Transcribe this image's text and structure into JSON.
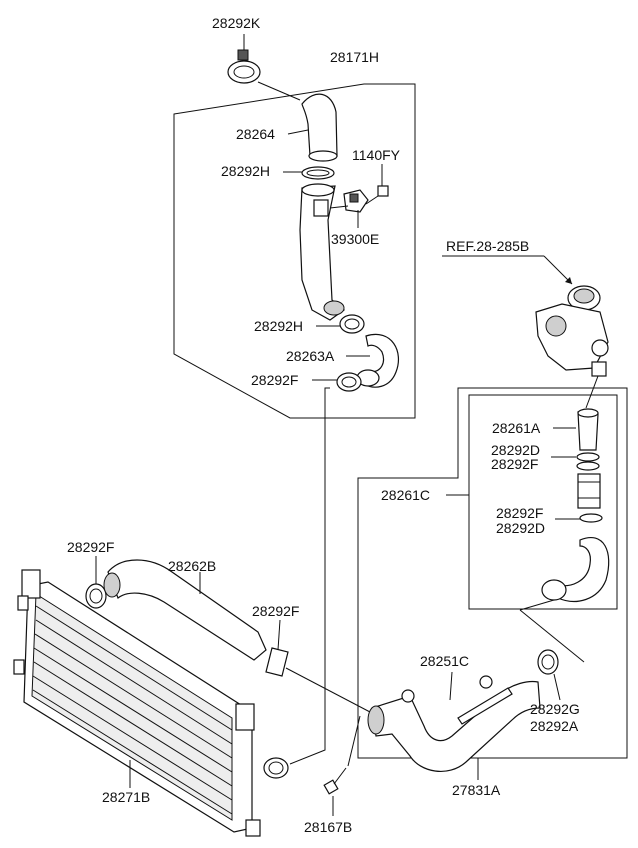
{
  "labels": {
    "p28292K": "28292K",
    "p28171H": "28171H",
    "p28264": "28264",
    "p1140FY": "1140FY",
    "p28292H_top": "28292H",
    "p39300E": "39300E",
    "pREF": "REF.28-285B",
    "p28292H_mid": "28292H",
    "p28263A": "28263A",
    "p28292F_top": "28292F",
    "p28261A": "28261A",
    "p28292D_a": "28292D",
    "p28292F_a": "28292F",
    "p28261C": "28261C",
    "p28292F_b": "28292F",
    "p28292D_b": "28292D",
    "p28292F_left": "28292F",
    "p28262B": "28262B",
    "p28292F_center": "28292F",
    "p28251C": "28251C",
    "p28292G": "28292G",
    "p28292A": "28292A",
    "p28271B": "28271B",
    "p27831A": "27831A",
    "p28167B": "28167B"
  }
}
